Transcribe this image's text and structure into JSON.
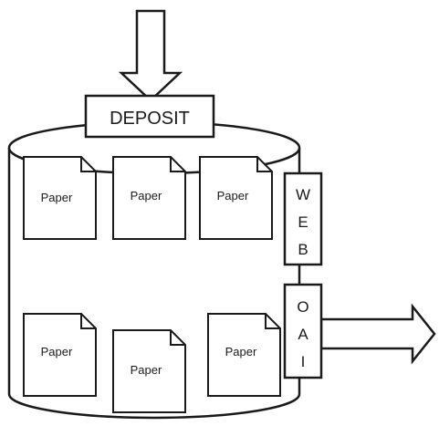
{
  "diagram": {
    "deposit_label": "DEPOSIT",
    "web_letters": [
      "W",
      "E",
      "B"
    ],
    "oai_letters": [
      "O",
      "A",
      "I"
    ],
    "papers": [
      {
        "label": "Paper"
      },
      {
        "label": "Paper"
      },
      {
        "label": "Paper"
      },
      {
        "label": "Paper"
      },
      {
        "label": "Paper"
      },
      {
        "label": "Paper"
      }
    ],
    "stroke_color": "#1a1a1a",
    "fill_color": "#ffffff"
  }
}
